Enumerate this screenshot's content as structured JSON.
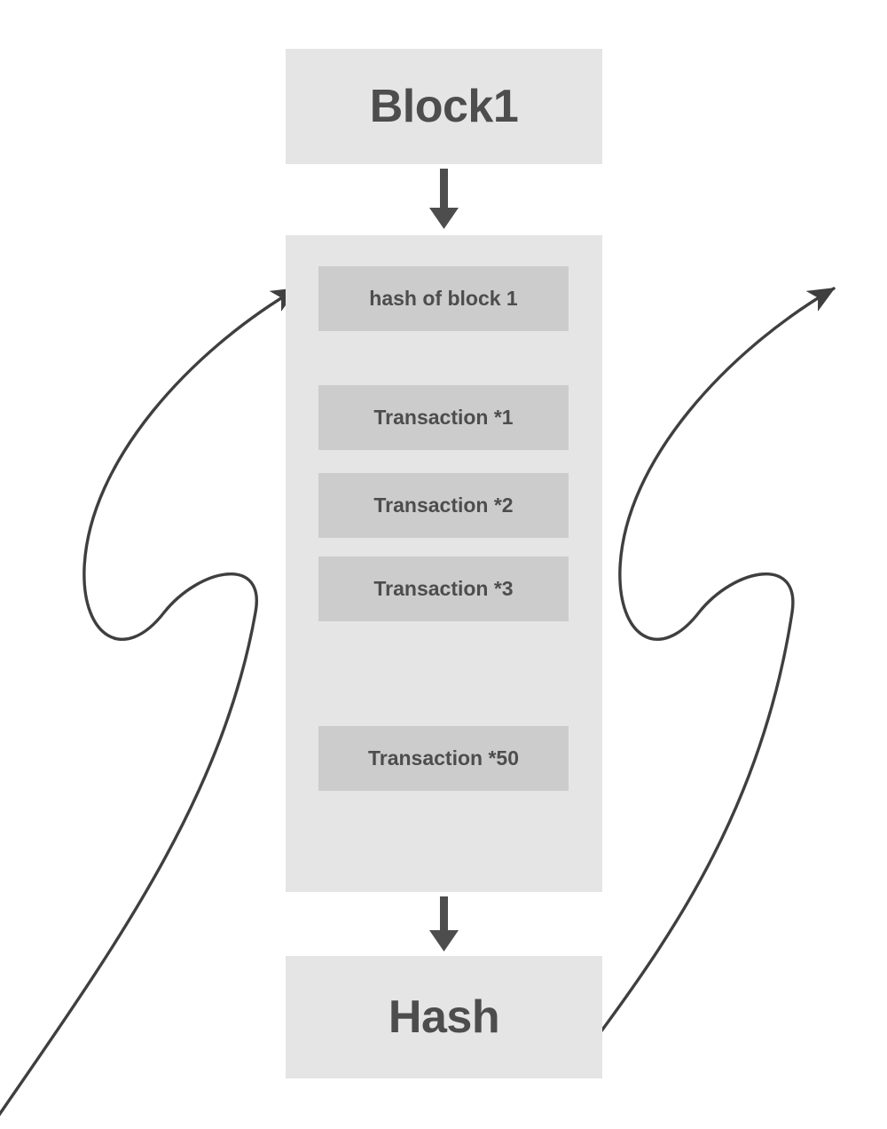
{
  "diagram": {
    "title": "Blockchain block structure",
    "colors": {
      "page_background": "#ffffff",
      "outer_box_fill": "#e5e5e5",
      "inner_box_fill": "#cccccc",
      "text": "#4d4d4d",
      "arrow_stroke": "#3f3f3f"
    },
    "header": {
      "label": "Block1"
    },
    "body": {
      "hash_field": {
        "label": "hash of block 1"
      },
      "transactions": [
        {
          "label": "Transaction *1"
        },
        {
          "label": "Transaction *2"
        },
        {
          "label": "Transaction *3"
        },
        {
          "label": "Transaction *50"
        }
      ]
    },
    "footer": {
      "label": "Hash"
    },
    "connectors": [
      {
        "name": "block-to-body",
        "kind": "straight-down-arrow"
      },
      {
        "name": "body-to-hash",
        "kind": "straight-down-arrow"
      },
      {
        "name": "prev-hash-inbound-left",
        "kind": "curved-arrow"
      },
      {
        "name": "hash-outbound-right",
        "kind": "curved-arrow"
      }
    ]
  }
}
